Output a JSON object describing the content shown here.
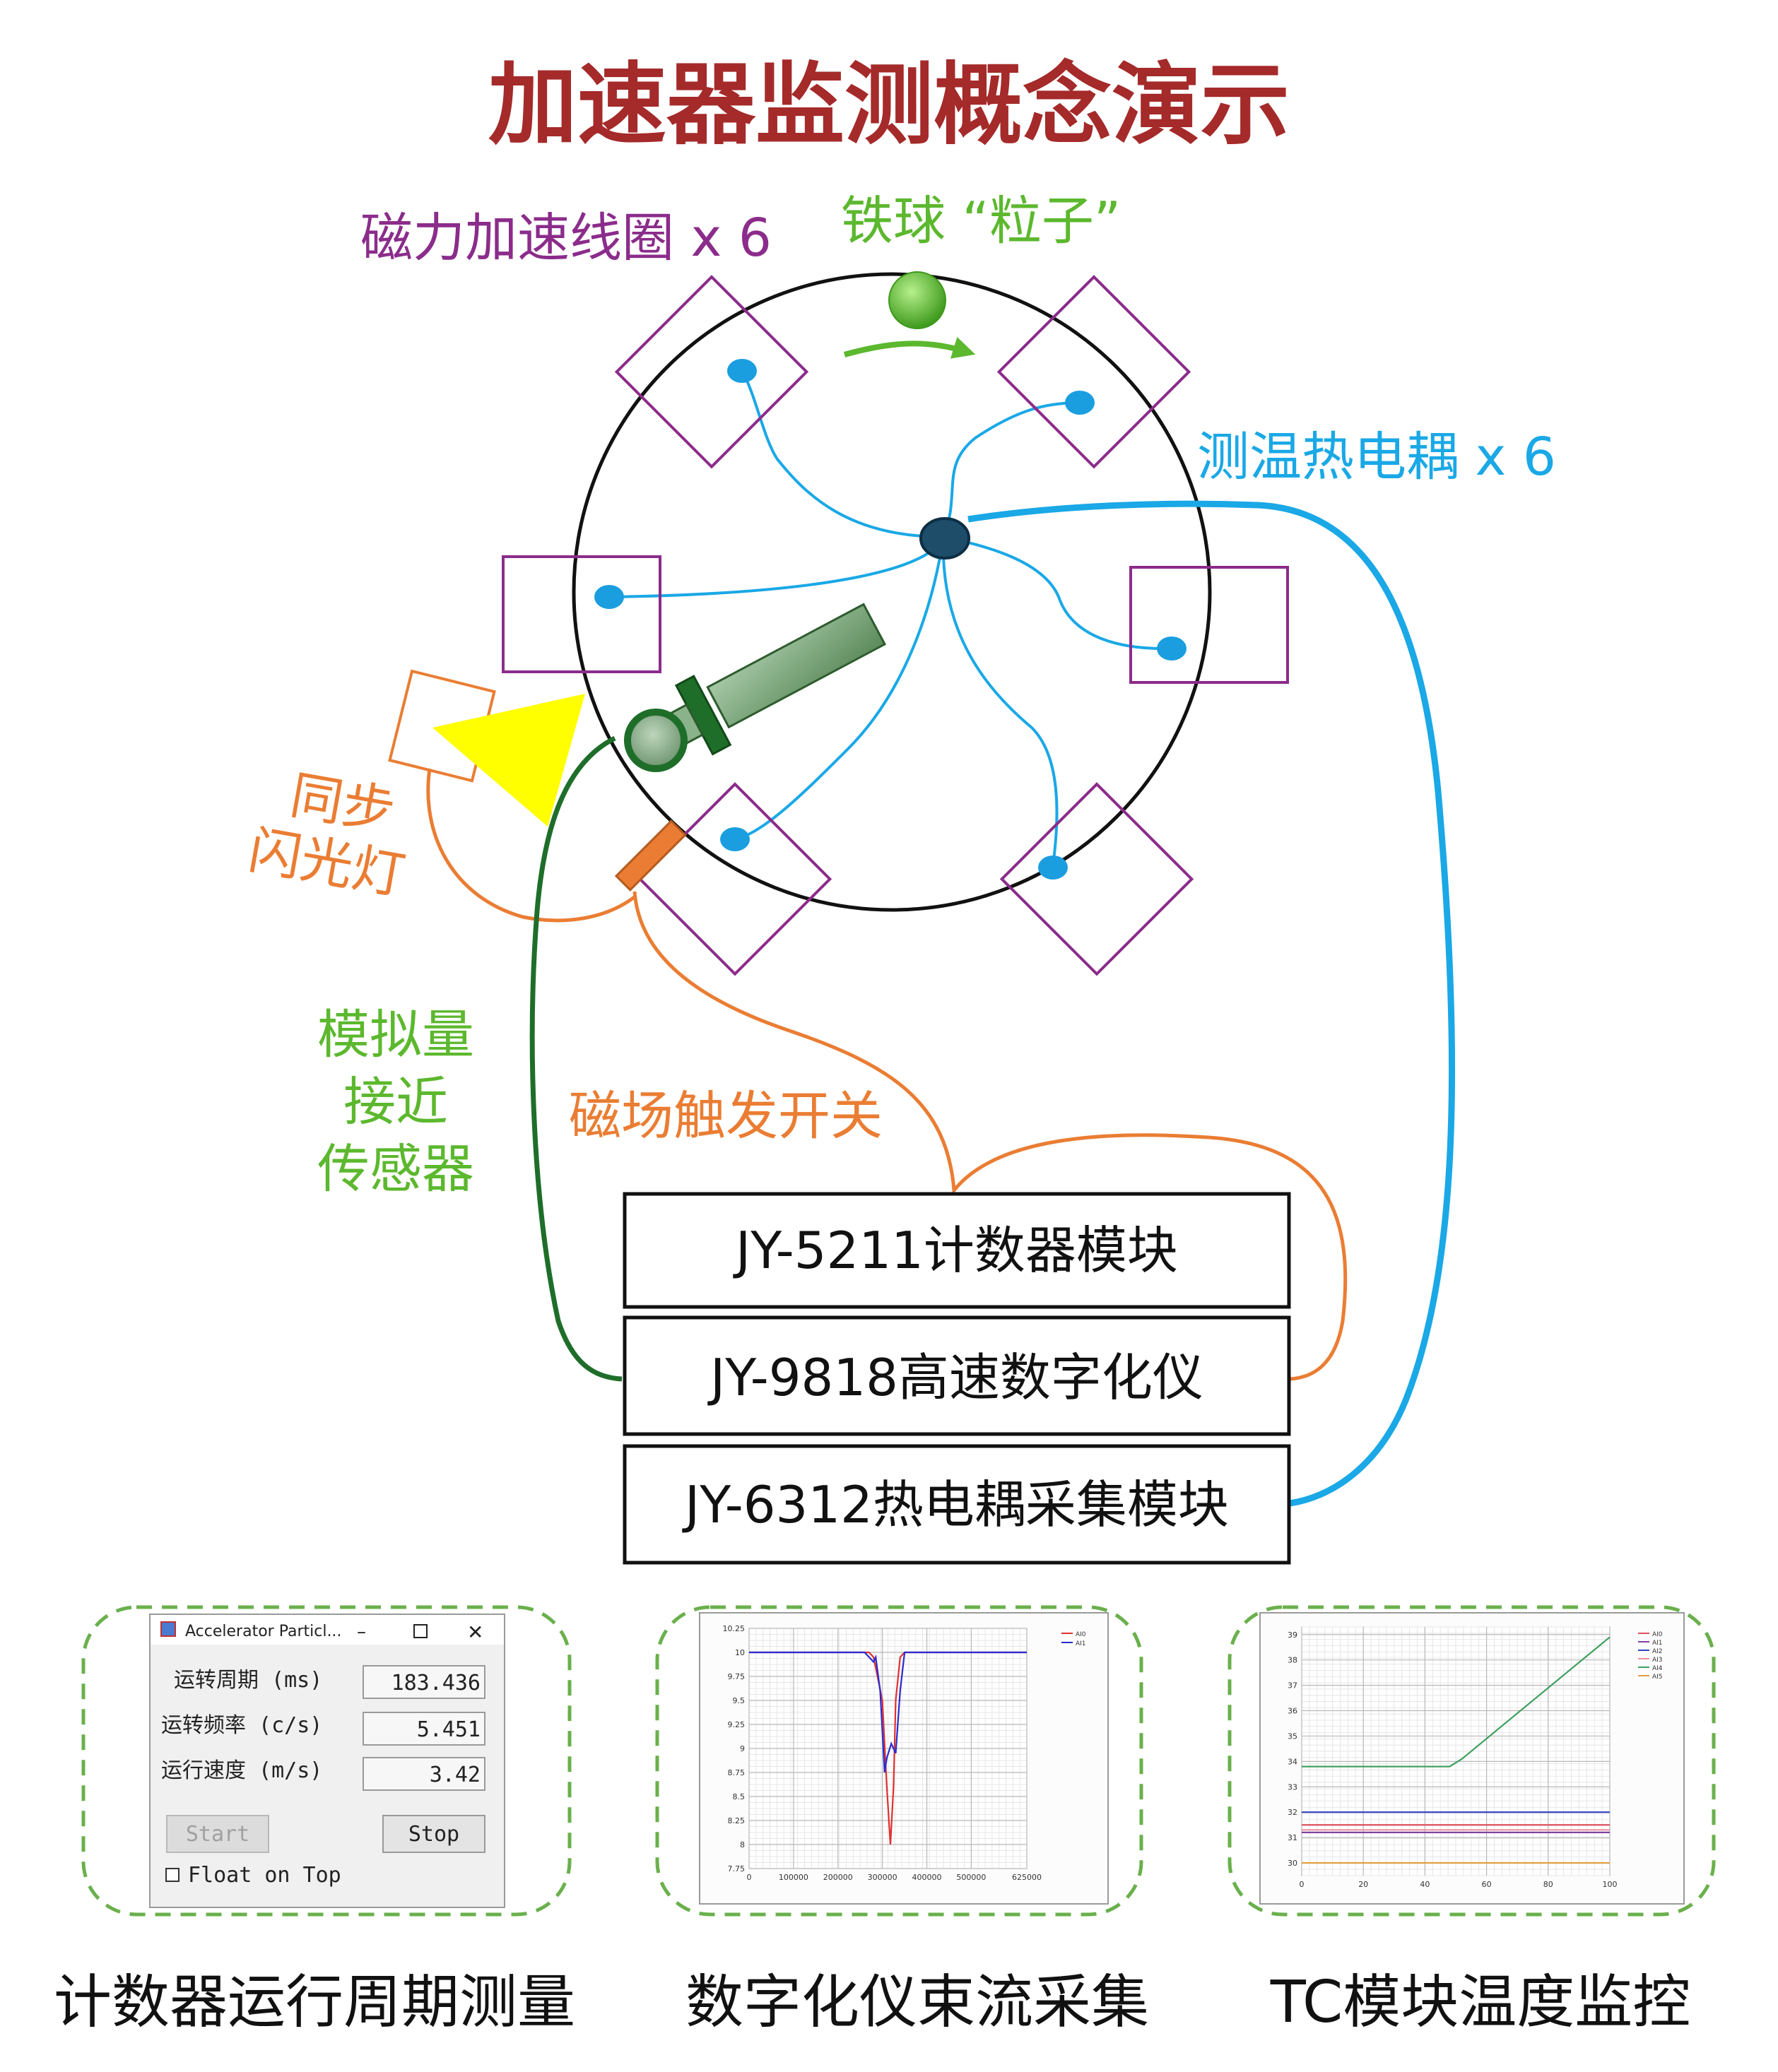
{
  "title": "加速器监测概念演示",
  "colors": {
    "title": "#a52a2a",
    "coil": "#8b2c8b",
    "ball": "#5cb82e",
    "thermo": "#1aa8e6",
    "strobe": "#ea7d33",
    "sensor": "#1e6e2a",
    "trigger": "#ea7d33",
    "dashed_frame": "#6ab04c"
  },
  "labels": {
    "coils": "磁力加速线圈 x 6",
    "ball": "铁球 “粒子”",
    "thermocouple": "测温热电耦 x 6",
    "strobe_line1": "同步",
    "strobe_line2": "闪光灯",
    "sensor_line1": "模拟量",
    "sensor_line2": "接近",
    "sensor_line3": "传感器",
    "trigger": "磁场触发开关"
  },
  "modules": [
    {
      "label": "JY-5211计数器模块"
    },
    {
      "label": "JY-9818高速数字化仪"
    },
    {
      "label": "JY-6312热电耦采集模块"
    }
  ],
  "panel1": {
    "window_title": "Accelerator Particl...",
    "rows": [
      {
        "label": "运转周期 (ms)",
        "value": "183.436"
      },
      {
        "label": "运转频率 (c/s)",
        "value": "5.451"
      },
      {
        "label": "运行速度 (m/s)",
        "value": "3.42"
      }
    ],
    "start_label": "Start",
    "stop_label": "Stop",
    "float_label": "Float on Top",
    "caption": "计数器运行周期测量"
  },
  "panel2": {
    "caption": "数字化仪束流采集",
    "chart_data": {
      "type": "line",
      "y_ticks": [
        "10.25",
        "10",
        "9.75",
        "9.5",
        "9.25",
        "9",
        "8.75",
        "8.5",
        "8.25",
        "8",
        "7.75"
      ],
      "x_ticks": [
        "0",
        "100000",
        "200000",
        "300000",
        "400000",
        "500000",
        "625000"
      ],
      "ylim": [
        7.75,
        10.25
      ],
      "xlim": [
        0,
        625000
      ],
      "series": [
        {
          "name": "AI0",
          "color": "#e03030",
          "x": [
            0,
            270000,
            280000,
            300000,
            310000,
            318000,
            325000,
            330000,
            340000,
            350000,
            625000
          ],
          "y": [
            10,
            10,
            9.95,
            9.5,
            8.6,
            8.0,
            8.6,
            9.5,
            9.95,
            10,
            10
          ]
        },
        {
          "name": "AI1",
          "color": "#2a2ad0",
          "x": [
            0,
            260000,
            270000,
            280000,
            285000,
            295000,
            305000,
            310000,
            320000,
            330000,
            340000,
            350000,
            625000
          ],
          "y": [
            10,
            10,
            9.95,
            9.9,
            9.95,
            9.6,
            8.75,
            8.9,
            9.05,
            8.95,
            9.6,
            10,
            10
          ]
        }
      ]
    }
  },
  "panel3": {
    "caption": "TC模块温度监控",
    "chart_data": {
      "type": "line",
      "y_ticks": [
        "39",
        "38",
        "37",
        "36",
        "35",
        "34",
        "33",
        "32",
        "31",
        "30"
      ],
      "x_ticks": [
        "0",
        "20",
        "40",
        "60",
        "80",
        "100"
      ],
      "ylim": [
        29.5,
        39.3
      ],
      "xlim": [
        0,
        100
      ],
      "series": [
        {
          "name": "AI0",
          "color": "#e05060",
          "x": [
            0,
            100
          ],
          "y": [
            31.5,
            31.5
          ]
        },
        {
          "name": "AI1",
          "color": "#8040a0",
          "x": [
            0,
            100
          ],
          "y": [
            31.2,
            31.2
          ]
        },
        {
          "name": "AI2",
          "color": "#3040c0",
          "x": [
            0,
            100
          ],
          "y": [
            32.0,
            32.0
          ]
        },
        {
          "name": "AI3",
          "color": "#f090a0",
          "x": [
            0,
            100
          ],
          "y": [
            31.3,
            31.3
          ]
        },
        {
          "name": "AI4",
          "color": "#40a060",
          "x": [
            0,
            48,
            52,
            100
          ],
          "y": [
            33.8,
            33.8,
            34.1,
            38.9
          ]
        },
        {
          "name": "AI5",
          "color": "#e0a040",
          "x": [
            0,
            100
          ],
          "y": [
            30.0,
            30.0
          ]
        }
      ]
    }
  }
}
